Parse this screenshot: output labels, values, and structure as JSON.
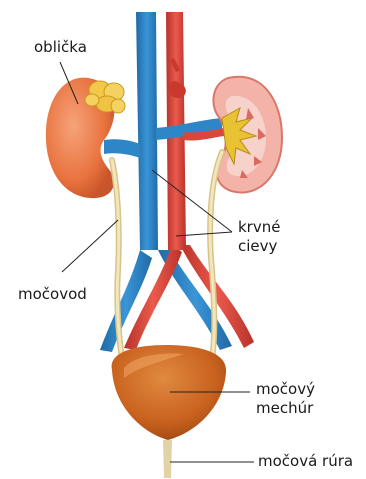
{
  "labels": {
    "kidney": "oblička",
    "ureter": "močovod",
    "vessels": {
      "line1": "krvné",
      "line2": "cievy"
    },
    "bladder": {
      "line1": "močový",
      "line2": "mechúr"
    },
    "urethra": "močová rúra"
  },
  "colors": {
    "vein": "#2f86c6",
    "artery": "#d9463a",
    "kidney": "#e8733f",
    "adrenal": "#f2c74a",
    "ureter": "#e9d7a0",
    "bladder": "#c9621f"
  }
}
